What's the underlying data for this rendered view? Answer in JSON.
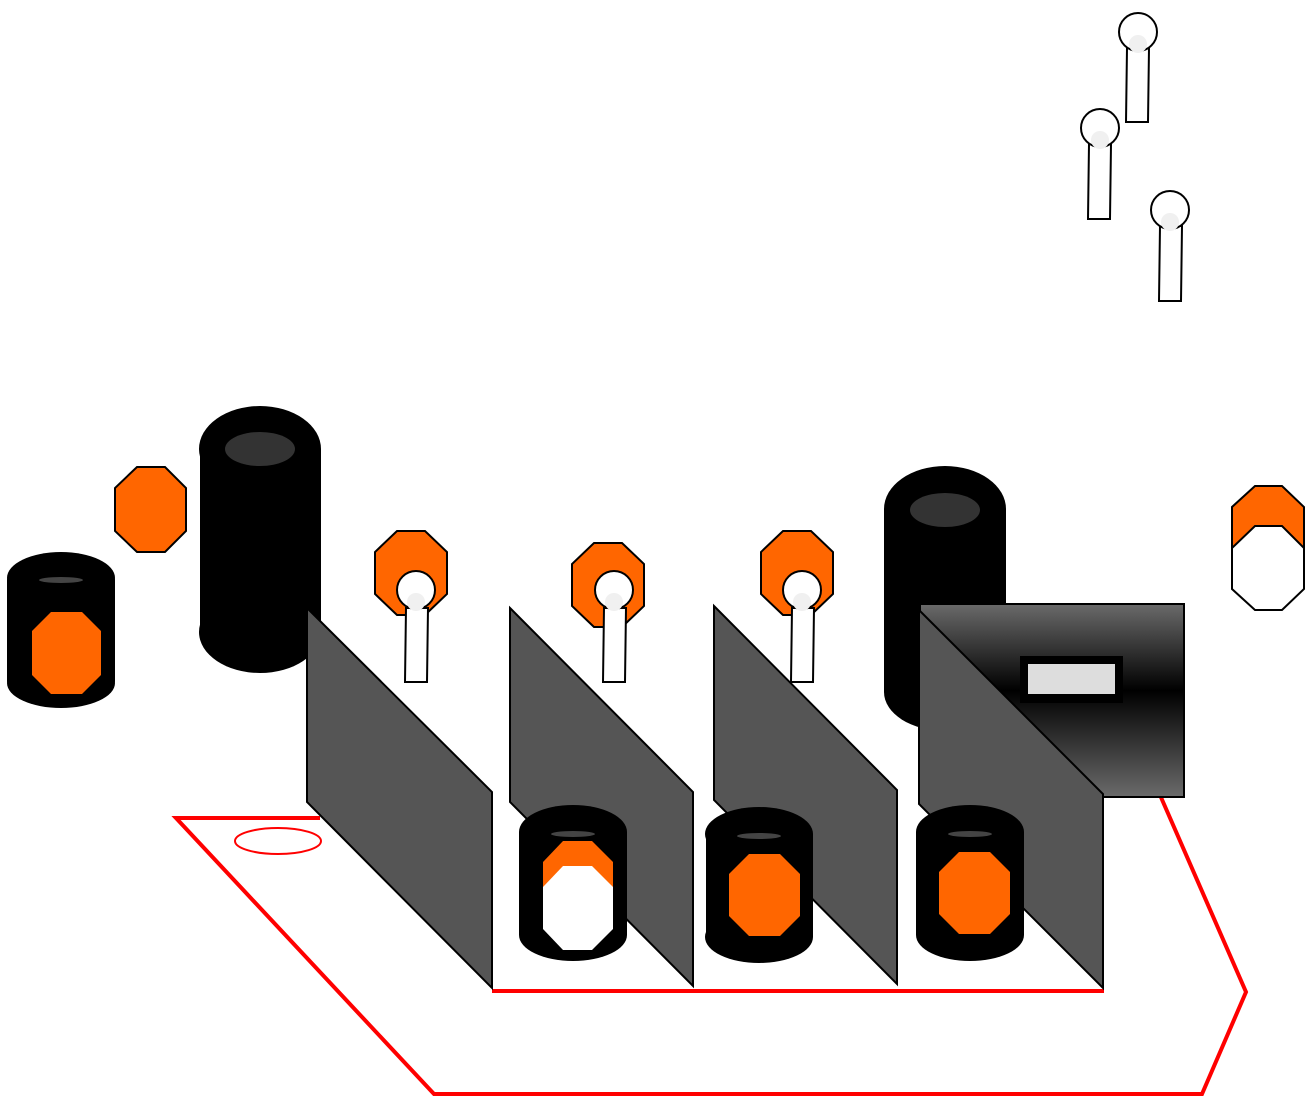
{
  "diagram": {
    "labels": [],
    "colors": {
      "background": "#ffffff",
      "route": "#ff0000",
      "octagon": "#ff6600",
      "cylinder": "#000000",
      "cylinder_top": "#333333",
      "panel": "#555555",
      "key": "#ffffff",
      "screen": "#dddddd"
    },
    "elements": {
      "tall_cylinders": 2,
      "short_cylinders": 4,
      "octagon_signs": 6,
      "keys": 6,
      "panels": 4,
      "display_unit": 1
    }
  }
}
